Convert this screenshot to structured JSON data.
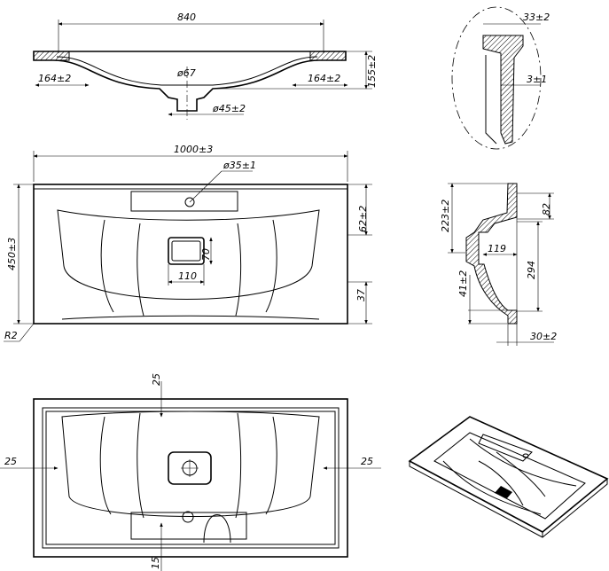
{
  "top_section": {
    "width_label": "840",
    "height_label": "155±2",
    "left_offset_label": "164±2",
    "right_offset_label": "164±2",
    "drain_diameter_label": "ø67",
    "outlet_diameter_label": "ø45±2"
  },
  "detail_view": {
    "thickness_label": "33±2",
    "gap_label": "3±1"
  },
  "front_view": {
    "width_label": "1000±3",
    "tap_hole_label": "ø35±1",
    "tap_offset_label": "62±2",
    "depth_label": "450±3",
    "overflow_height_label": "70",
    "overflow_width_label": "110",
    "front_edge_label": "37",
    "radius_label": "R2"
  },
  "side_section": {
    "height_label": "223±2",
    "rim_label": "82",
    "drain_depth_label": "119",
    "bowl_label": "294",
    "bottom_label": "41±2",
    "edge_label": "30±2"
  },
  "bottom_view": {
    "top_margin_label": "25",
    "left_margin_label": "25",
    "right_margin_label": "25",
    "bottom_margin_label": "15"
  }
}
